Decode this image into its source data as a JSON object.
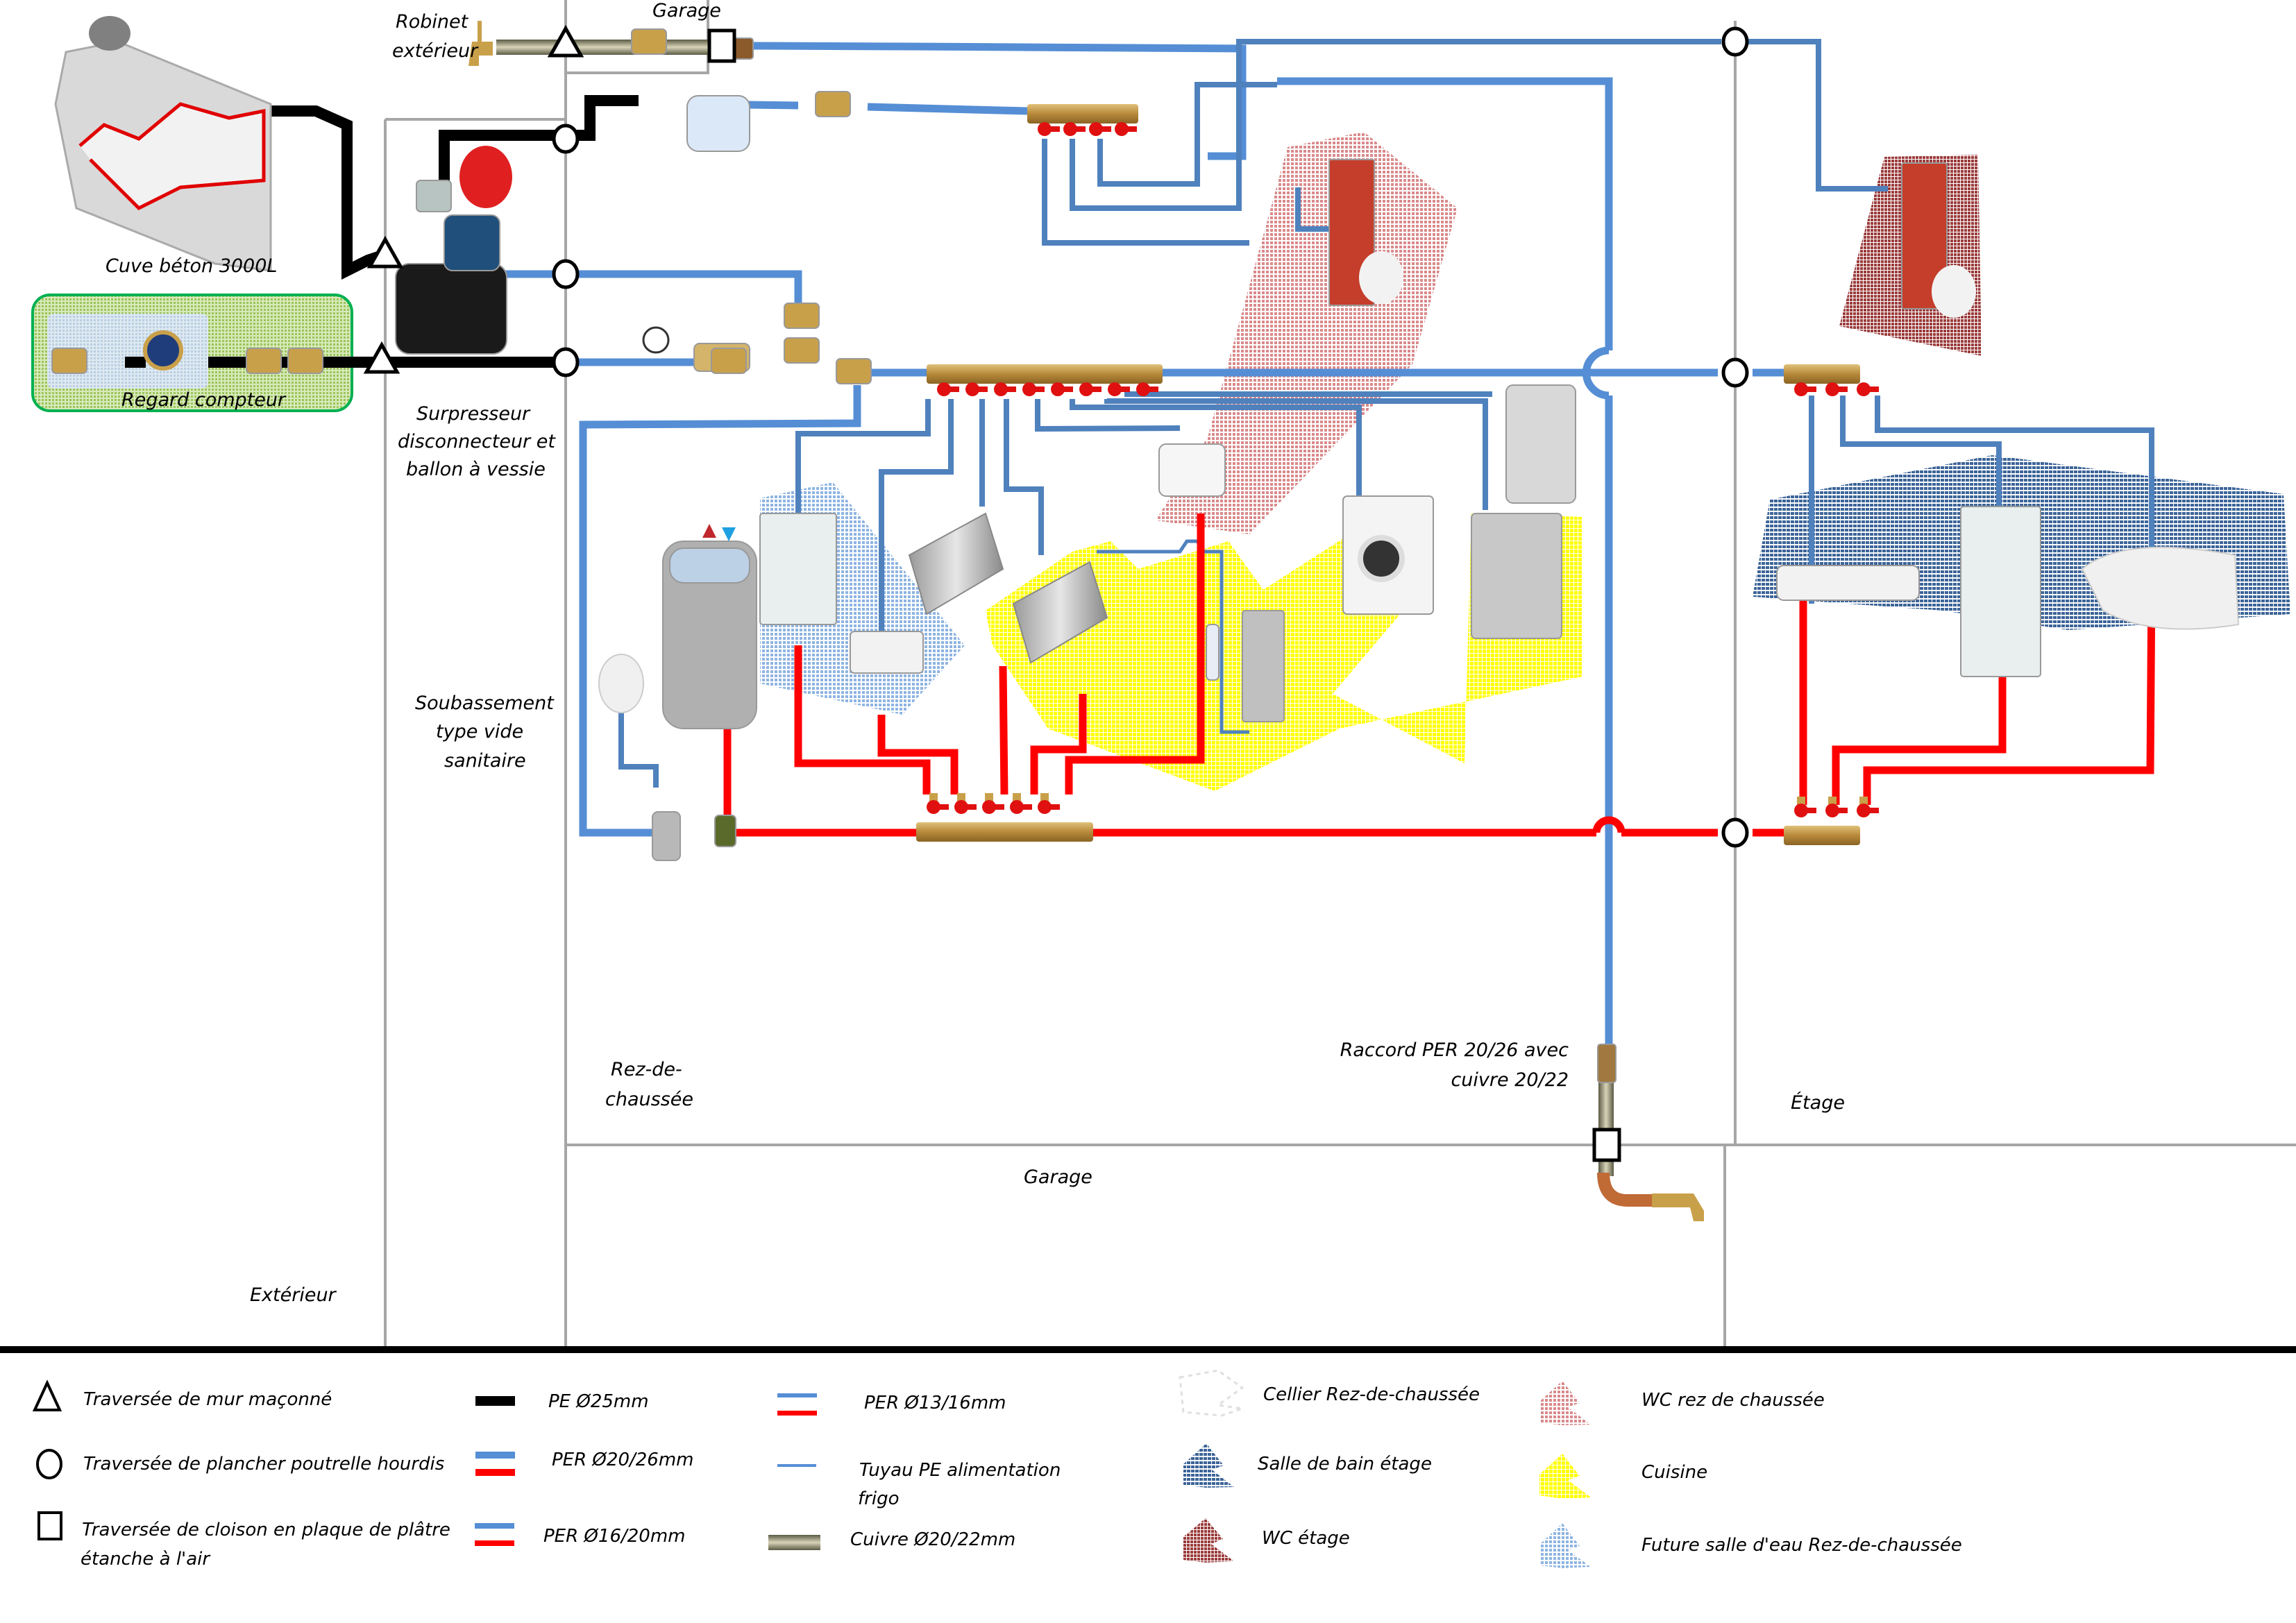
{
  "zones": {
    "exterieur": "Extérieur",
    "garage_top": "Garage",
    "garage_bottom": "Garage",
    "rdc_line1": "Rez-de-",
    "rdc_line2": "chaussée",
    "etage": "Étage",
    "surpresseur_line1": "Surpresseur",
    "surpresseur_line2": "disconnecteur et",
    "surpresseur_line3": "ballon à vessie",
    "soubassement_line1": "Soubassement",
    "soubassement_line2": "type vide",
    "soubassement_line3": "sanitaire"
  },
  "components": {
    "cuve": "Cuve béton 3000L",
    "regard": "Regard compteur",
    "robinet_line1": "Robinet",
    "robinet_line2": "extérieur",
    "raccord_line1": "Raccord PER 20/26 avec",
    "raccord_line2": "cuivre 20/22"
  },
  "legend": {
    "symbols": [
      {
        "icon": "triangle",
        "label": "Traversée de mur maçonné"
      },
      {
        "icon": "circle",
        "label": "Traversée de plancher poutrelle hourdis"
      },
      {
        "icon": "square",
        "label_line1": "Traversée de cloison en plaque de plâtre",
        "label_line2": "étanche à l'air"
      }
    ],
    "pipes": [
      {
        "label": "PE Ø25mm",
        "colors": [
          "#000000"
        ]
      },
      {
        "label": "PER Ø20/26mm",
        "colors": [
          "#558ed5",
          "#ff0000"
        ]
      },
      {
        "label": "PER Ø16/20mm",
        "colors": [
          "#558ed5",
          "#ff0000"
        ]
      },
      {
        "label": "PER Ø13/16mm",
        "colors": [
          "#558ed5",
          "#ff0000"
        ]
      },
      {
        "label_line1": "Tuyau PE alimentation",
        "label_line2": "frigo",
        "colors": [
          "#558ed5"
        ]
      },
      {
        "label": "Cuivre Ø20/22mm",
        "colors": [
          "#9c9a80"
        ]
      }
    ],
    "rooms": [
      {
        "label": "Cellier Rez-de-chaussée",
        "color": "#e8e8e8"
      },
      {
        "label": "Salle de bain étage",
        "color": "#3c6498"
      },
      {
        "label": "WC étage",
        "color": "#9b3c3c"
      },
      {
        "label": "WC rez de chaussée",
        "color": "#d9898a"
      },
      {
        "label": "Cuisine",
        "color": "#ffff00"
      },
      {
        "label": "Future salle d'eau Rez-de-chaussée",
        "color": "#8db4e2"
      }
    ]
  },
  "colors": {
    "cold": "#558ed5",
    "hot": "#ff0000",
    "pe": "#000000",
    "copper": "#9c9a80",
    "wall": "#a6a6a6",
    "brass": "#c9a04a",
    "regard_fill": "#c4df9b",
    "regard_border": "#00b050"
  }
}
